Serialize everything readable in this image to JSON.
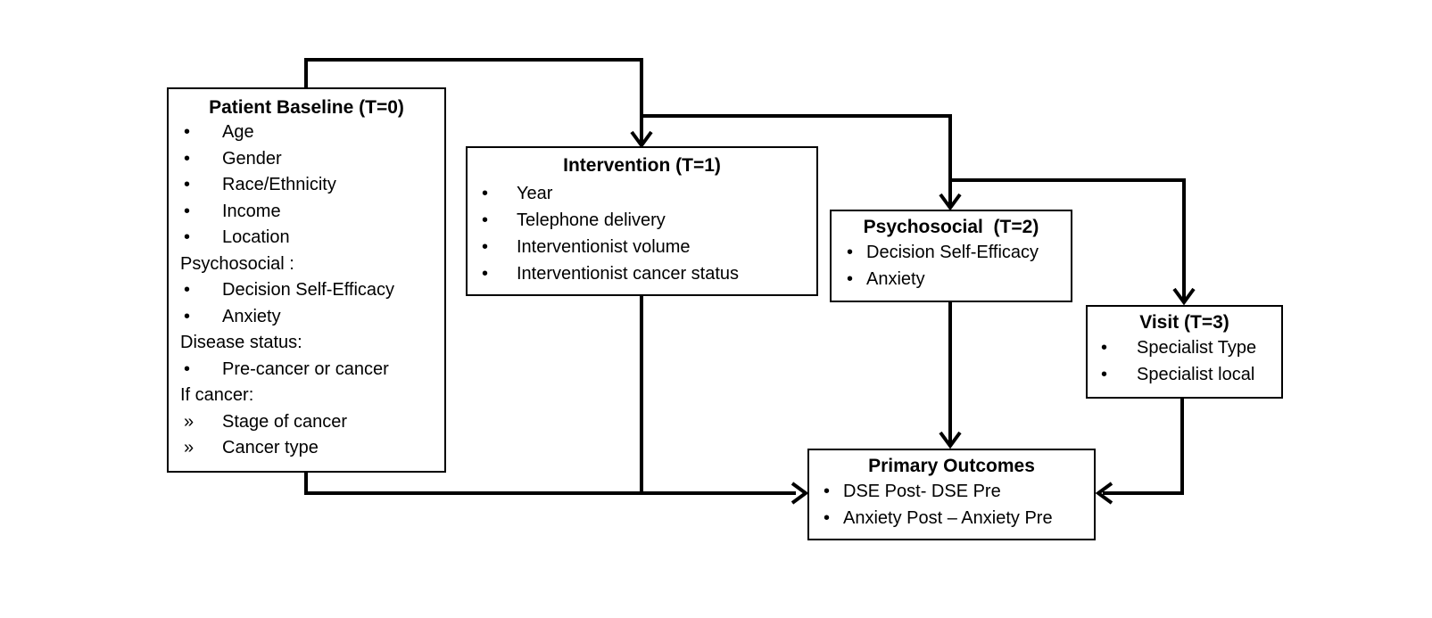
{
  "diagram": {
    "boxes": {
      "baseline": {
        "title": "Patient Baseline (T=0)",
        "items": [
          {
            "marker": "•",
            "text": "Age"
          },
          {
            "marker": "•",
            "text": "Gender"
          },
          {
            "marker": "•",
            "text": "Race/Ethnicity"
          },
          {
            "marker": "•",
            "text": "Income"
          },
          {
            "marker": "•",
            "text": "Location"
          },
          {
            "marker": "",
            "text": "Psychosocial :"
          },
          {
            "marker": "•",
            "text": "Decision Self-Efficacy"
          },
          {
            "marker": "•",
            "text": "Anxiety"
          },
          {
            "marker": "",
            "text": "Disease status:"
          },
          {
            "marker": "•",
            "text": "Pre-cancer or cancer"
          },
          {
            "marker": "",
            "text": "If cancer:"
          },
          {
            "marker": "»",
            "text": "Stage of cancer"
          },
          {
            "marker": "»",
            "text": "Cancer type"
          }
        ]
      },
      "intervention": {
        "title": "Intervention (T=1)",
        "items": [
          {
            "marker": "•",
            "text": "Year"
          },
          {
            "marker": "•",
            "text": "Telephone delivery"
          },
          {
            "marker": "•",
            "text": "Interventionist volume"
          },
          {
            "marker": "•",
            "text": "Interventionist cancer status"
          }
        ]
      },
      "psychosocial": {
        "title": "Psychosocial  (T=2)",
        "items": [
          {
            "marker": "•",
            "text": "Decision Self-Efficacy"
          },
          {
            "marker": "•",
            "text": "Anxiety"
          }
        ]
      },
      "visit": {
        "title": "Visit (T=3)",
        "items": [
          {
            "marker": "•",
            "text": "Specialist Type"
          },
          {
            "marker": "•",
            "text": "Specialist local"
          }
        ]
      },
      "outcomes": {
        "title": "Primary Outcomes",
        "items": [
          {
            "marker": "•",
            "text": "DSE Post- DSE Pre"
          },
          {
            "marker": "•",
            "text": "Anxiety Post – Anxiety Pre"
          }
        ]
      }
    },
    "edges": [
      {
        "from": "Patient Baseline (T=0)",
        "to": "Intervention (T=1)"
      },
      {
        "from": "Patient Baseline (T=0)",
        "to": "Psychosocial (T=2)"
      },
      {
        "from": "Patient Baseline (T=0)",
        "to": "Visit (T=3)"
      },
      {
        "from": "Patient Baseline (T=0)",
        "to": "Primary Outcomes"
      },
      {
        "from": "Intervention (T=1)",
        "to": "Primary Outcomes"
      },
      {
        "from": "Psychosocial (T=2)",
        "to": "Primary Outcomes"
      },
      {
        "from": "Visit (T=3)",
        "to": "Primary Outcomes"
      }
    ],
    "colors": {
      "background": "#ffffff",
      "border": "#000000",
      "line": "#000000",
      "text": "#000000"
    }
  }
}
